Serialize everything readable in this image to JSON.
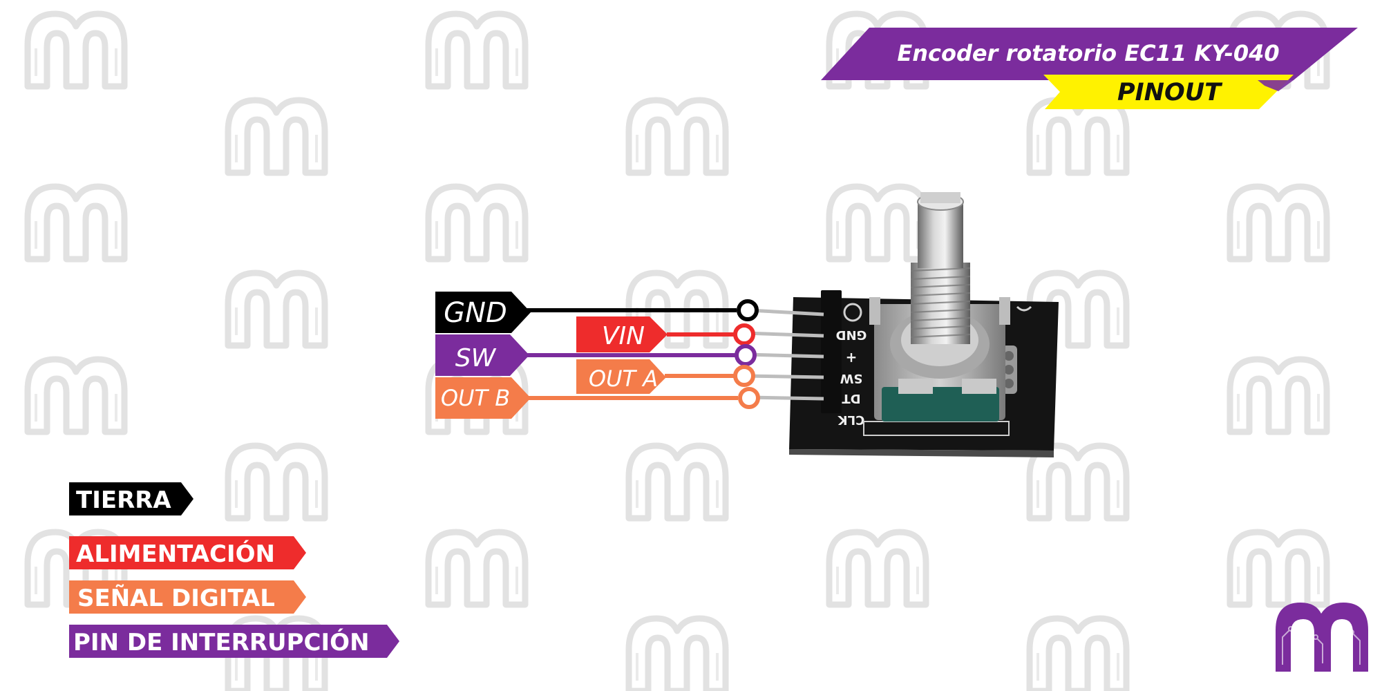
{
  "title": {
    "main": "Encoder rotatorio EC11 KY-040",
    "sub": "PINOUT"
  },
  "pins": [
    {
      "label": "GND",
      "color": "#000000"
    },
    {
      "label": "VIN",
      "color": "#ee2c2c"
    },
    {
      "label": "SW",
      "color": "#7b2c9d"
    },
    {
      "label": "OUT A",
      "color": "#f47c4a"
    },
    {
      "label": "OUT B",
      "color": "#f47c4a"
    }
  ],
  "board_silkscreen": [
    "GND",
    "+",
    "SW",
    "DT",
    "CLK"
  ],
  "legend": [
    {
      "label": "TIERRA",
      "color": "#000000"
    },
    {
      "label": "ALIMENTACIÓN",
      "color": "#ee2c2c"
    },
    {
      "label": "SEÑAL DIGITAL",
      "color": "#f47c4a"
    },
    {
      "label": "PIN DE INTERRUPCIÓN",
      "color": "#7b2c9d"
    }
  ],
  "colors": {
    "purple": "#7b2c9d",
    "yellow": "#fff200",
    "watermark": "#d6d6d6",
    "board": "#141414"
  },
  "logo": {
    "icon": "m-logo-icon"
  },
  "watermark": {
    "icon": "m-watermark-icon"
  }
}
